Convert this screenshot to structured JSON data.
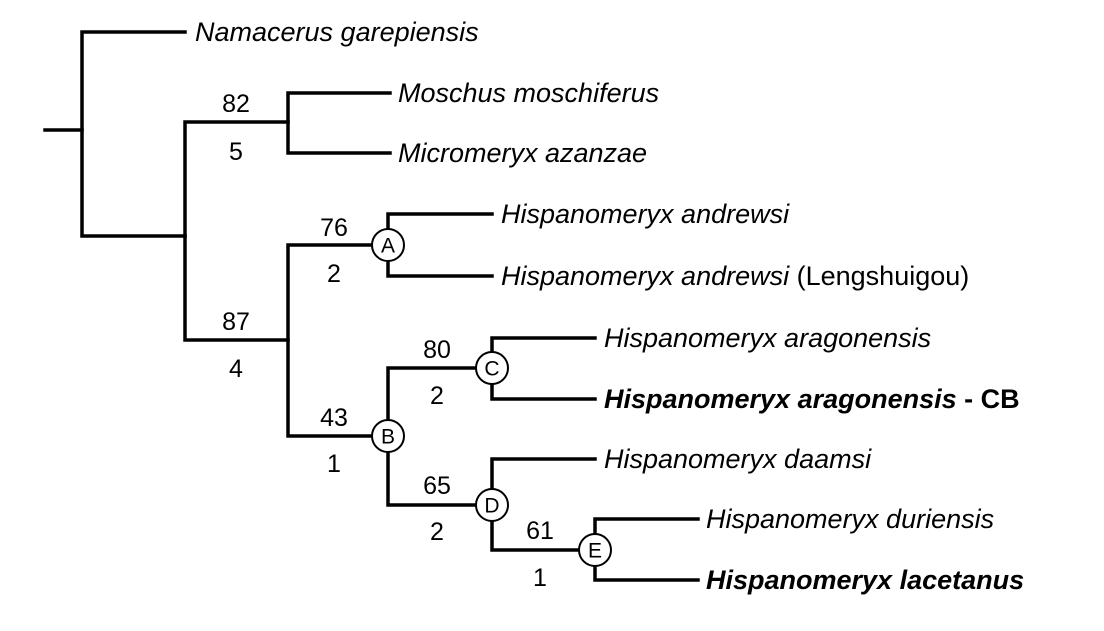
{
  "taxa": [
    {
      "id": "namacerus",
      "name": "Namacerus garepiensis",
      "suffix": "",
      "bold": false
    },
    {
      "id": "moschus",
      "name": "Moschus moschiferus",
      "suffix": "",
      "bold": false
    },
    {
      "id": "micromeryx",
      "name": "Micromeryx azanzae",
      "suffix": "",
      "bold": false
    },
    {
      "id": "andrewsi",
      "name": "Hispanomeryx andrewsi",
      "suffix": "",
      "bold": false
    },
    {
      "id": "andrewsi_lengshuigou",
      "name": "Hispanomeryx andrewsi",
      "suffix": " (Lengshuigou)",
      "bold": false
    },
    {
      "id": "aragonensis",
      "name": "Hispanomeryx aragonensis",
      "suffix": "",
      "bold": false
    },
    {
      "id": "aragonensis_cb",
      "name": "Hispanomeryx aragonensis",
      "suffix": " - CB",
      "bold": true
    },
    {
      "id": "daamsi",
      "name": "Hispanomeryx daamsi",
      "suffix": "",
      "bold": false
    },
    {
      "id": "duriensis",
      "name": "Hispanomeryx duriensis",
      "suffix": "",
      "bold": false
    },
    {
      "id": "lacetanus",
      "name": "Hispanomeryx lacetanus",
      "suffix": "",
      "bold": true
    }
  ],
  "nodes": [
    {
      "id": "moschidae",
      "label": "",
      "bootstrap": "82",
      "bremer": "5"
    },
    {
      "id": "ingroup",
      "label": "",
      "bootstrap": "87",
      "bremer": "4"
    },
    {
      "id": "A",
      "label": "A",
      "bootstrap": "76",
      "bremer": "2"
    },
    {
      "id": "B",
      "label": "B",
      "bootstrap": "43",
      "bremer": "1"
    },
    {
      "id": "C",
      "label": "C",
      "bootstrap": "80",
      "bremer": "2"
    },
    {
      "id": "D",
      "label": "D",
      "bootstrap": "65",
      "bremer": "2"
    },
    {
      "id": "E",
      "label": "E",
      "bootstrap": "61",
      "bremer": "1"
    }
  ]
}
